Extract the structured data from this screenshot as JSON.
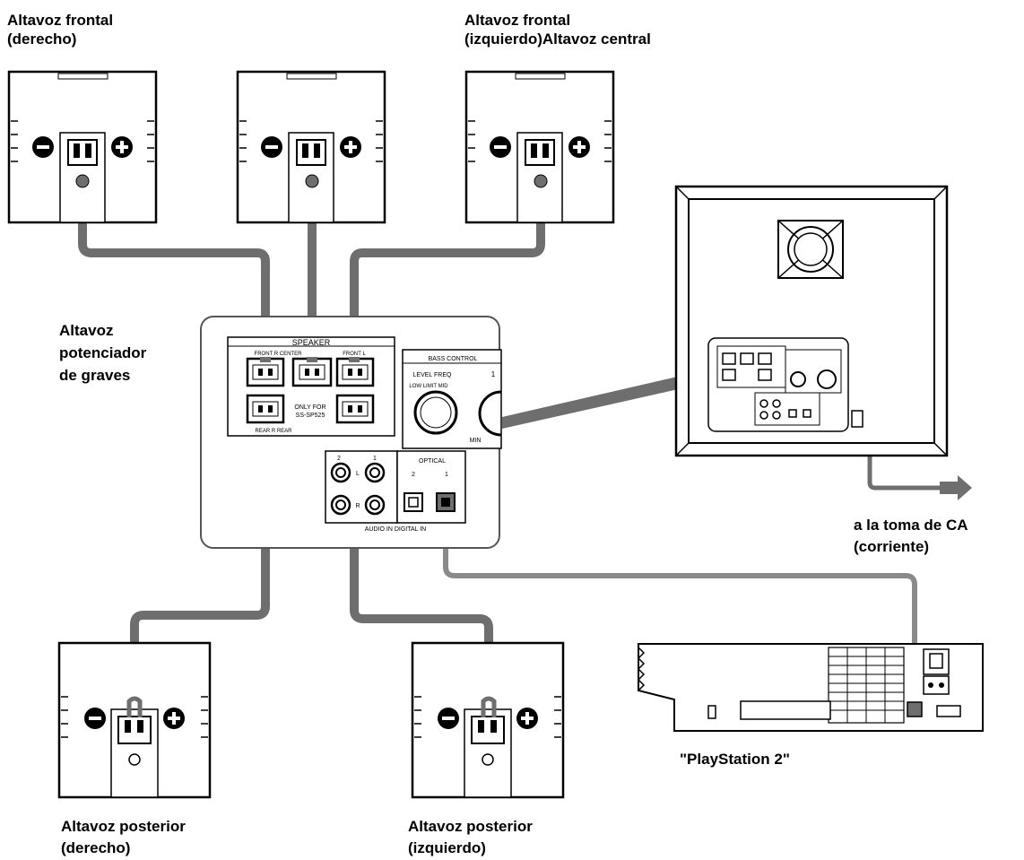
{
  "labels": {
    "front_right": [
      "Altavoz frontal",
      "(derecho)"
    ],
    "front_left": [
      "Altavoz frontal",
      "(izquierdo)Altavoz central"
    ],
    "subwoofer": [
      "Altavoz",
      "potenciador",
      "de graves"
    ],
    "ac_outlet": [
      "a la toma de CA",
      "(corriente)"
    ],
    "rear_right": [
      "Altavoz posterior",
      "(derecho)"
    ],
    "rear_left": [
      "Altavoz posterior",
      "(izquierdo)"
    ],
    "playstation": "\"PlayStation 2\""
  },
  "panel": {
    "speaker": "SPEAKER",
    "front_r_center": "FRONT R CENTER",
    "front_l": "FRONT L",
    "only_for": "ONLY FOR",
    "model": "SS-SP525",
    "rear": "REAR R  REAR",
    "bass_control": "BASS CONTROL",
    "level_freq": "LEVEL FREQ",
    "low_mid": "LOW LIMIT  MID",
    "min": "MIN",
    "one": "1",
    "optical": "OPTICAL",
    "opt_2": "2",
    "opt_1": "1",
    "audio_in_2": "2",
    "audio_in_1": "1",
    "l": "L",
    "r": "R",
    "audio_in_digital_in": "AUDIO IN  DIGITAL IN"
  },
  "colors": {
    "cable": "#6e6e6e",
    "line": "#000000",
    "panel_stroke": "#555555"
  },
  "icons": [
    "minus-terminal-icon",
    "plus-terminal-icon",
    "arrow-right-icon",
    "fan-grille-icon"
  ]
}
